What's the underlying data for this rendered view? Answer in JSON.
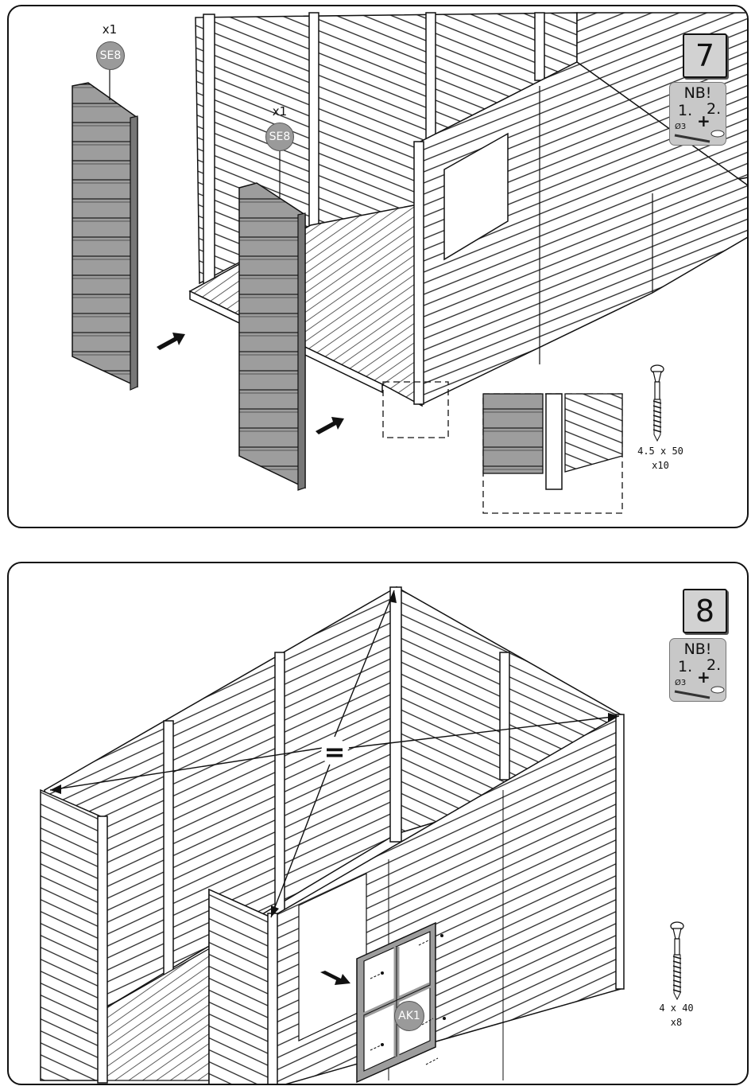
{
  "steps": [
    {
      "number": "7",
      "nb": {
        "title": "NB!",
        "one": "1.",
        "plus": "+",
        "two": "2.",
        "drill": "Ø3"
      },
      "parts": [
        {
          "quantity": "x1",
          "code": "SE8"
        },
        {
          "quantity": "x1",
          "code": "SE8"
        }
      ],
      "screw": {
        "size": "4.5 x 50",
        "count": "x10"
      }
    },
    {
      "number": "8",
      "nb": {
        "title": "NB!",
        "one": "1.",
        "plus": "+",
        "two": "2.",
        "drill": "Ø3"
      },
      "window_part": {
        "code": "AK1"
      },
      "equal_sign": "=",
      "screw": {
        "size": "4 x 40",
        "count": "x8"
      }
    }
  ]
}
